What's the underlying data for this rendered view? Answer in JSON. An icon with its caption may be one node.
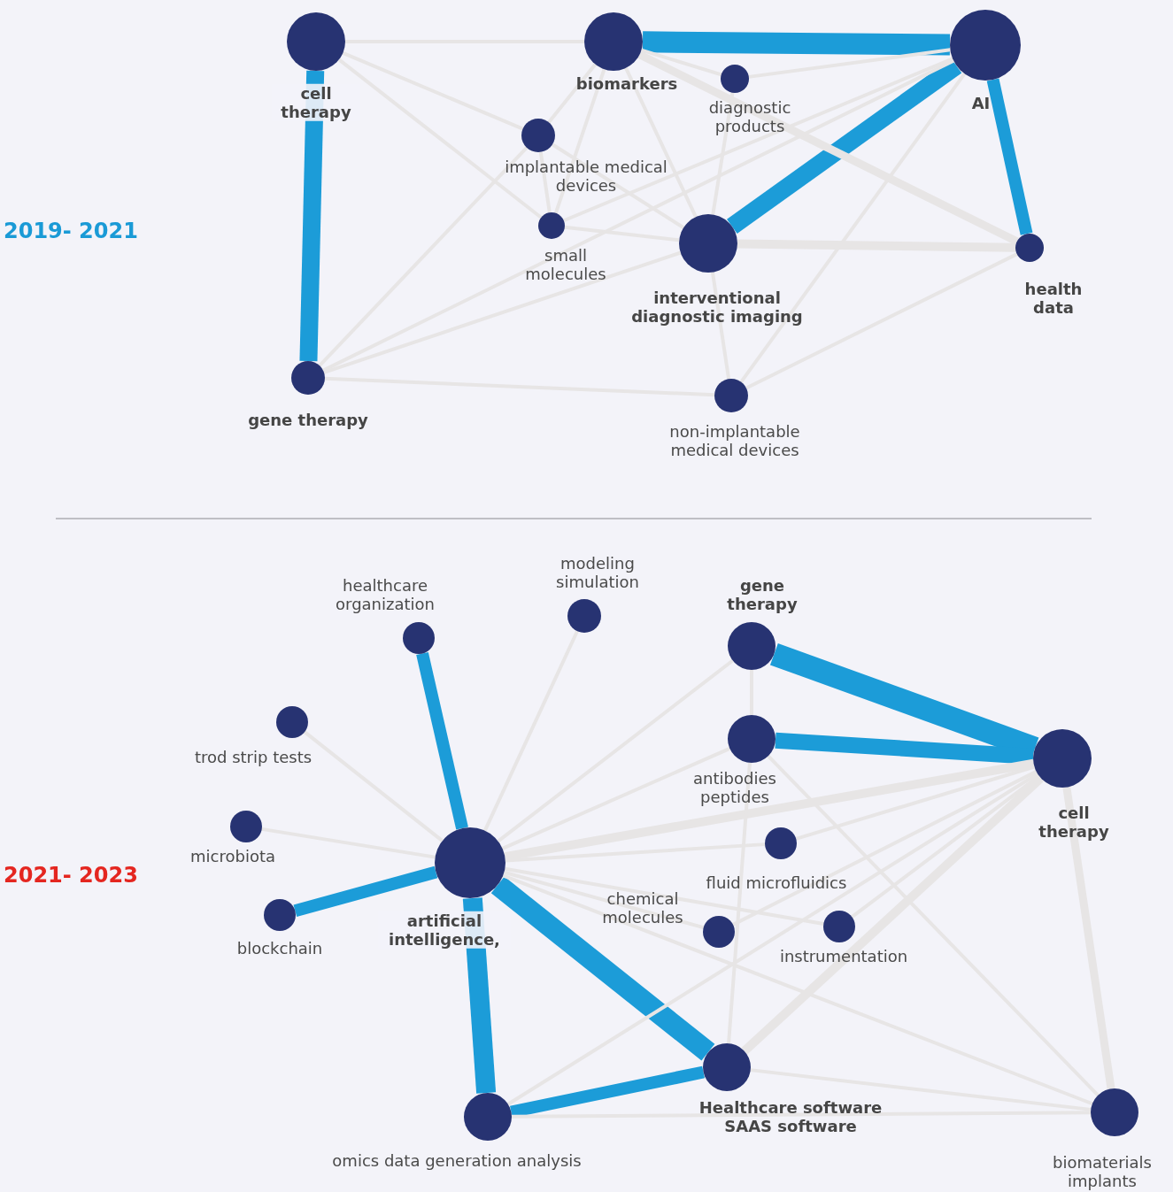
{
  "diagram": {
    "nodes": [
      {
        "text": [
          "cell therapy"
        ]
      },
      {
        "text": [
          "biomarkers"
        ]
      },
      {
        "text": [
          "AI"
        ]
      },
      {
        "text": [
          "diagnostic products"
        ]
      },
      {
        "text": [
          "implantable medical devices"
        ]
      },
      {
        "text": [
          "small molecules"
        ]
      },
      {
        "text": [
          "interventional diagnostic imaging"
        ]
      },
      {
        "text": [
          "health data"
        ]
      },
      {
        "text": [
          "gene therapy"
        ]
      },
      {
        "text": [
          "non-implantable medical devices"
        ]
      },
      {
        "text": [
          "healthcare organization"
        ]
      },
      {
        "text": [
          "modeling simulation"
        ]
      },
      {
        "text": [
          "gene therapy"
        ]
      },
      {
        "text": [
          "trod strip tests"
        ]
      },
      {
        "text": [
          "antibodies peptides"
        ]
      },
      {
        "text": [
          "cell therapy"
        ]
      },
      {
        "text": [
          "microbiota"
        ]
      },
      {
        "text": [
          "fluid microfluidics"
        ]
      },
      {
        "text": [
          "artificial intelligence,"
        ]
      },
      {
        "text": [
          "blockchain"
        ]
      },
      {
        "text": [
          "chemical molecules"
        ]
      },
      {
        "text": [
          "instrumentation"
        ]
      },
      {
        "text": [
          "Healthcare software SAAS software"
        ]
      },
      {
        "text": [
          "omics data generation analysis"
        ]
      },
      {
        "text": [
          "biomaterials implants"
        ]
      }
    ],
    "edges": [
      {
        "from": 0,
        "to": 8,
        "arrow": "none",
        "style": "thick",
        "color": "#1c9cd8"
      },
      {
        "from": 1,
        "to": 2,
        "arrow": "none",
        "style": "thick",
        "color": "#1c9cd8"
      },
      {
        "from": 2,
        "to": 6,
        "arrow": "none",
        "style": "thick",
        "color": "#1c9cd8"
      },
      {
        "from": 2,
        "to": 7,
        "arrow": "none",
        "style": "thick",
        "color": "#1c9cd8"
      },
      {
        "from": 0,
        "to": 1,
        "arrow": "none"
      },
      {
        "from": 0,
        "to": 4,
        "arrow": "none"
      },
      {
        "from": 0,
        "to": 5,
        "arrow": "none"
      },
      {
        "from": 1,
        "to": 4,
        "arrow": "none"
      },
      {
        "from": 1,
        "to": 5,
        "arrow": "none"
      },
      {
        "from": 1,
        "to": 3,
        "arrow": "none"
      },
      {
        "from": 1,
        "to": 7,
        "arrow": "none",
        "style": "thick"
      },
      {
        "from": 1,
        "to": 6,
        "arrow": "none"
      },
      {
        "from": 3,
        "to": 2,
        "arrow": "none"
      },
      {
        "from": 3,
        "to": 6,
        "arrow": "none"
      },
      {
        "from": 4,
        "to": 6,
        "arrow": "none"
      },
      {
        "from": 4,
        "to": 8,
        "arrow": "none"
      },
      {
        "from": 4,
        "to": 5,
        "arrow": "none"
      },
      {
        "from": 5,
        "to": 6,
        "arrow": "none"
      },
      {
        "from": 5,
        "to": 2,
        "arrow": "none"
      },
      {
        "from": 8,
        "to": 2,
        "arrow": "none"
      },
      {
        "from": 8,
        "to": 6,
        "arrow": "none"
      },
      {
        "from": 8,
        "to": 9,
        "arrow": "none"
      },
      {
        "from": 6,
        "to": 7,
        "arrow": "none",
        "style": "thick"
      },
      {
        "from": 6,
        "to": 9,
        "arrow": "none"
      },
      {
        "from": 2,
        "to": 9,
        "arrow": "none"
      },
      {
        "from": 7,
        "to": 9,
        "arrow": "none"
      },
      {
        "from": 18,
        "to": 10,
        "arrow": "none",
        "style": "thick",
        "color": "#1c9cd8"
      },
      {
        "from": 18,
        "to": 19,
        "arrow": "none",
        "style": "thick",
        "color": "#1c9cd8"
      },
      {
        "from": 18,
        "to": 23,
        "arrow": "none",
        "style": "thick",
        "color": "#1c9cd8"
      },
      {
        "from": 18,
        "to": 22,
        "arrow": "none",
        "style": "thick",
        "color": "#1c9cd8"
      },
      {
        "from": 23,
        "to": 22,
        "arrow": "none",
        "style": "thick",
        "color": "#1c9cd8"
      },
      {
        "from": 12,
        "to": 15,
        "arrow": "none",
        "style": "thick",
        "color": "#1c9cd8"
      },
      {
        "from": 14,
        "to": 15,
        "arrow": "none",
        "style": "thick",
        "color": "#1c9cd8"
      },
      {
        "from": 18,
        "to": 13,
        "arrow": "none"
      },
      {
        "from": 18,
        "to": 16,
        "arrow": "none"
      },
      {
        "from": 18,
        "to": 11,
        "arrow": "none"
      },
      {
        "from": 18,
        "to": 12,
        "arrow": "none"
      },
      {
        "from": 18,
        "to": 14,
        "arrow": "none"
      },
      {
        "from": 18,
        "to": 15,
        "arrow": "none",
        "style": "thick"
      },
      {
        "from": 18,
        "to": 17,
        "arrow": "none"
      },
      {
        "from": 18,
        "to": 20,
        "arrow": "none"
      },
      {
        "from": 18,
        "to": 21,
        "arrow": "none"
      },
      {
        "from": 18,
        "to": 24,
        "arrow": "none"
      },
      {
        "from": 12,
        "to": 14,
        "arrow": "none"
      },
      {
        "from": 14,
        "to": 22,
        "arrow": "none"
      },
      {
        "from": 14,
        "to": 24,
        "arrow": "none"
      },
      {
        "from": 15,
        "to": 17,
        "arrow": "none"
      },
      {
        "from": 15,
        "to": 20,
        "arrow": "none"
      },
      {
        "from": 15,
        "to": 21,
        "arrow": "none"
      },
      {
        "from": 15,
        "to": 23,
        "arrow": "none"
      },
      {
        "from": 15,
        "to": 22,
        "arrow": "none",
        "style": "thick"
      },
      {
        "from": 15,
        "to": 24,
        "arrow": "none",
        "style": "thick"
      },
      {
        "from": 22,
        "to": 24,
        "arrow": "none"
      },
      {
        "from": 23,
        "to": 24,
        "arrow": "none"
      }
    ],
    "labels": [
      "2019- 2021",
      "2021- 2023"
    ]
  }
}
